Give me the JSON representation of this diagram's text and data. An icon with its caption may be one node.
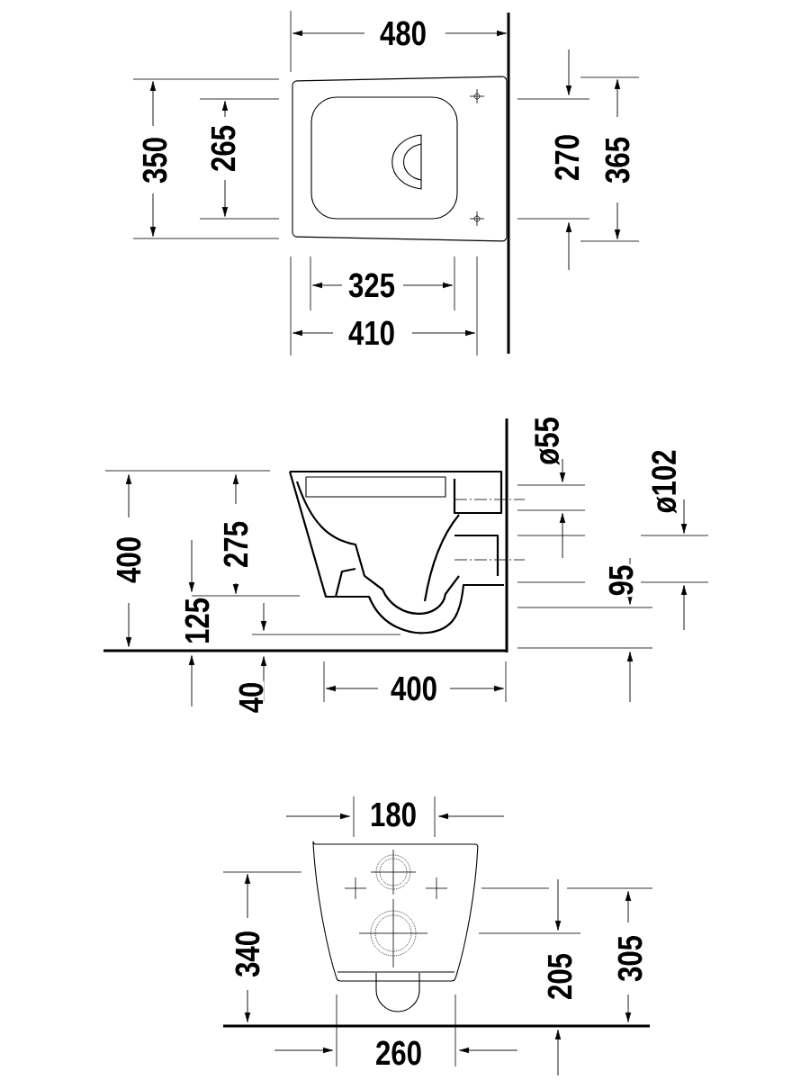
{
  "diagram": {
    "labels": [
      "480",
      "350",
      "265",
      "270",
      "365",
      "325",
      "410",
      "ø55",
      "ø102",
      "400",
      "275",
      "125",
      "95",
      "40",
      "400",
      "180",
      "340",
      "205",
      "305",
      "260"
    ]
  }
}
